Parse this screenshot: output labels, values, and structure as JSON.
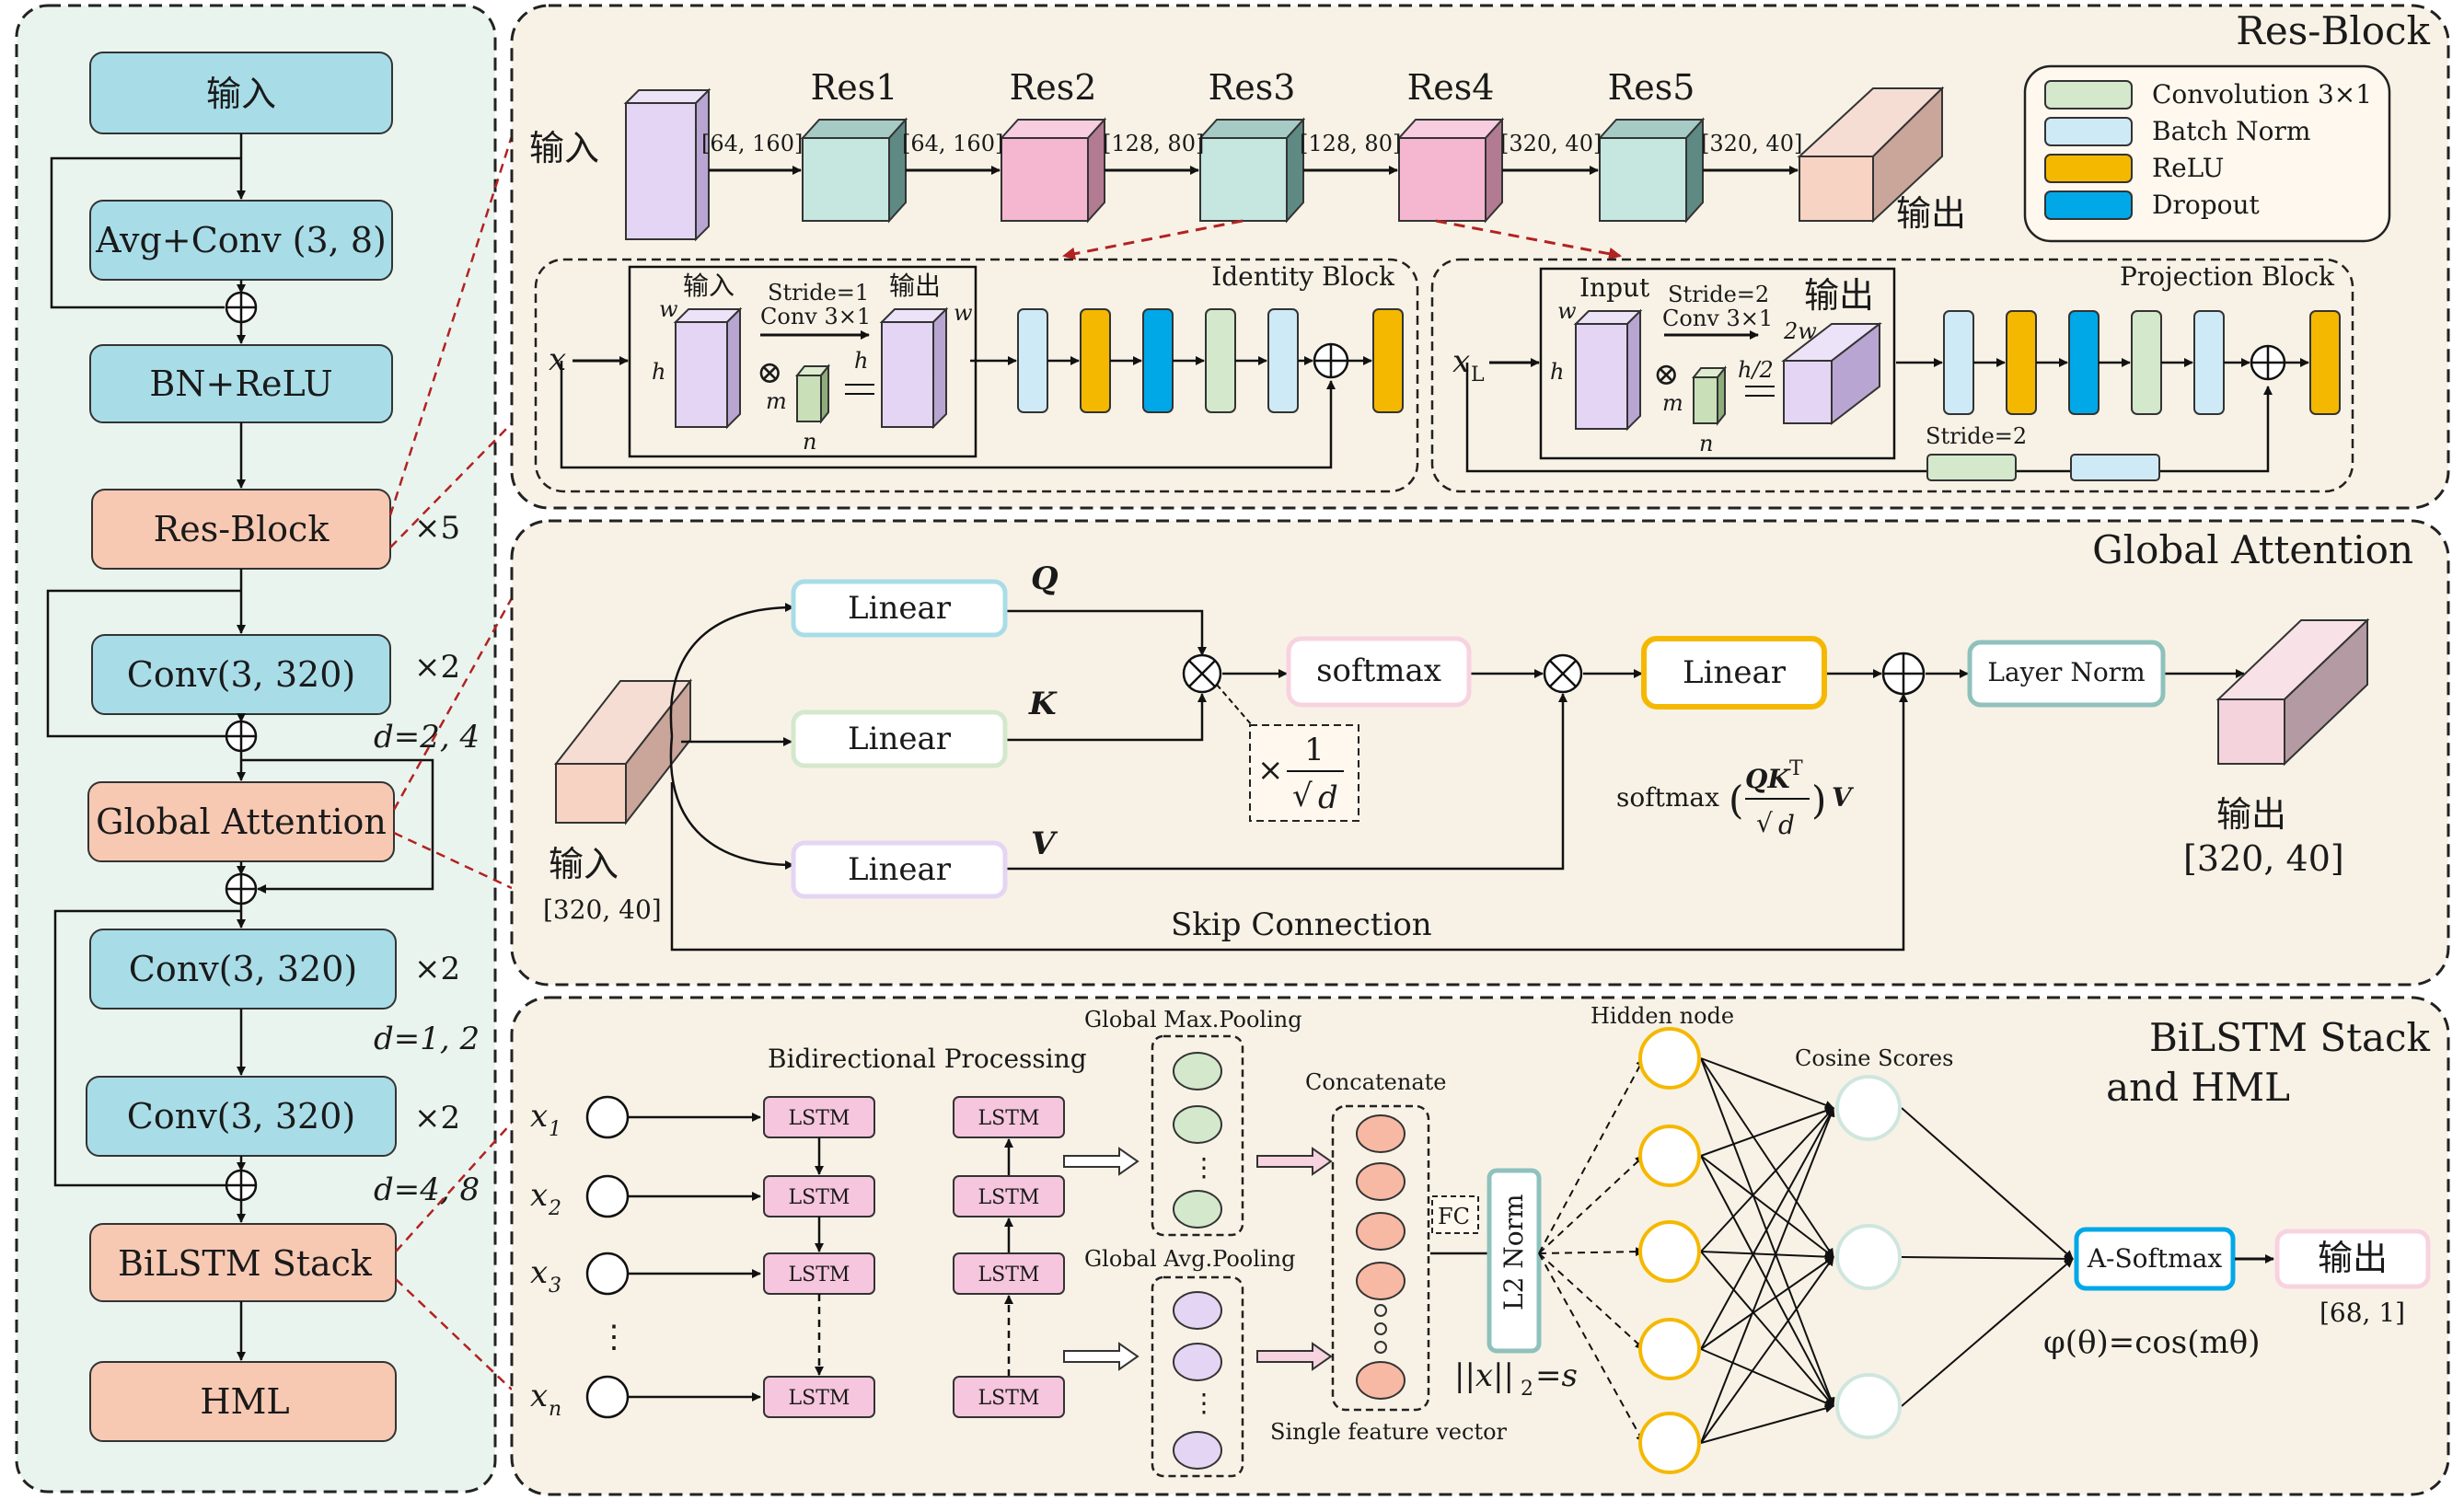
{
  "left_panel": {
    "blocks": {
      "input": "输入",
      "avg_conv": "Avg+Conv (3, 8)",
      "bn_relu": "BN+ReLU",
      "res_block": "Res-Block",
      "conv1": "Conv(3, 320)",
      "global_attention": "Global Attention",
      "conv2": "Conv(3, 320)",
      "conv3": "Conv(3, 320)",
      "bilstm": "BiLSTM Stack",
      "hml": "HML"
    },
    "annotations": {
      "x5": "×5",
      "x2_a": "×2",
      "d_a": "d=2, 4",
      "x2_b": "×2",
      "d_b": "d=1, 2",
      "x2_c": "×2",
      "d_c": "d=4, 8"
    }
  },
  "res_block": {
    "title": "Res-Block",
    "input_label": "输入",
    "output_label": "输出",
    "stages": [
      "Res1",
      "Res2",
      "Res3",
      "Res4",
      "Res5"
    ],
    "dims": [
      "[64, 160]",
      "[64, 160]",
      "[128, 80]",
      "[128, 80]",
      "[320, 40]",
      "[320, 40]"
    ],
    "legend": [
      {
        "label": "Convolution 3×1",
        "color": "#d4e8cc"
      },
      {
        "label": "Batch Norm",
        "color": "#cfeaf7"
      },
      {
        "label": "ReLU",
        "color": "#f5b800"
      },
      {
        "label": "Dropout",
        "color": "#00a8e8"
      }
    ],
    "identity_block": {
      "title": "Identity Block",
      "x": "x",
      "in": "输入",
      "out": "输出",
      "stride": "Stride=1",
      "conv": "Conv 3×1",
      "w": "w",
      "h": "h",
      "m": "m",
      "n": "n"
    },
    "projection_block": {
      "title": "Projection Block",
      "x": "x",
      "x_sub": "L",
      "in": "Input",
      "out": "输出",
      "stride": "Stride=2",
      "conv": "Conv 3×1",
      "w": "w",
      "h": "h",
      "m": "m",
      "n": "n",
      "w2": "2w",
      "h2": "h/2",
      "skip_stride": "Stride=2"
    }
  },
  "global_attention": {
    "title": "Global Attention",
    "input_label": "输入",
    "input_dim": "[320, 40]",
    "linear_q": "Linear",
    "linear_k": "Linear",
    "linear_v": "Linear",
    "q": "Q",
    "k": "K",
    "v": "V",
    "softmax": "softmax",
    "scale_times": "×",
    "scale_num": "1",
    "scale_den": "d",
    "linear_out": "Linear",
    "layer_norm": "Layer Norm",
    "formula_softmax": "softmax",
    "formula_num": "QK",
    "formula_sup": "T",
    "formula_den": "d",
    "formula_v": "V",
    "skip": "Skip Connection",
    "output_label": "输出",
    "output_dim": "[320, 40]"
  },
  "bilstm": {
    "title_line1": "BiLSTM Stack",
    "title_line2": "and HML",
    "inputs": [
      "x",
      "x",
      "x",
      "x"
    ],
    "input_subs": [
      "1",
      "2",
      "3",
      "n"
    ],
    "bidir": "Bidirectional Processing",
    "lstm": "LSTM",
    "max_pool": "Global Max.Pooling",
    "avg_pool": "Global Avg.Pooling",
    "concat": "Concatenate",
    "single_vec": "Single feature vector",
    "fc": "FC",
    "l2norm": "L2 Norm",
    "norm_formula": "||x||",
    "norm_sub": "2",
    "norm_eq": "=s",
    "hidden": "Hidden node",
    "cosine": "Cosine Scores",
    "asoftmax": "A-Softmax",
    "output": "输出",
    "output_dim": "[68, 1]",
    "phi": "φ(θ)=cos(mθ)"
  },
  "colors": {
    "left_bg": "#eaf4ee",
    "panel_bg": "#f8f2e6",
    "cyan_block": "#a8dde8",
    "salmon_block": "#f7c9b3",
    "dashed_red": "#b22222"
  }
}
